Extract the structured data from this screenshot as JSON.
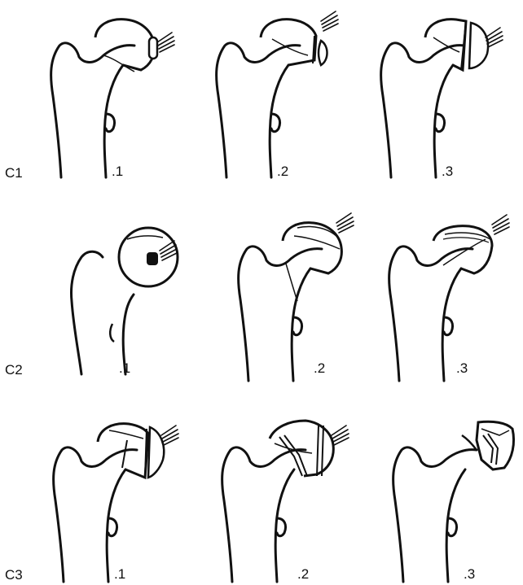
{
  "figure": {
    "colors": {
      "ink": "#111111",
      "paper": "#ffffff"
    },
    "rows": [
      {
        "label": "C1",
        "panels": [
          {
            "label": ".1",
            "variant": "head-cap-detached"
          },
          {
            "label": ".2",
            "variant": "head-split-small-fragment"
          },
          {
            "label": ".3",
            "variant": "head-split-large-fragment"
          }
        ]
      },
      {
        "label": "C2",
        "panels": [
          {
            "label": ".1",
            "variant": "head-dislocated-round"
          },
          {
            "label": ".2",
            "variant": "head-impacted"
          },
          {
            "label": ".3",
            "variant": "head-impacted-flattened"
          }
        ]
      },
      {
        "label": "C3",
        "panels": [
          {
            "label": ".1",
            "variant": "neck-and-head-fracture"
          },
          {
            "label": ".2",
            "variant": "neck-and-head-split"
          },
          {
            "label": ".3",
            "variant": "neck-and-head-comminuted"
          }
        ]
      }
    ]
  }
}
